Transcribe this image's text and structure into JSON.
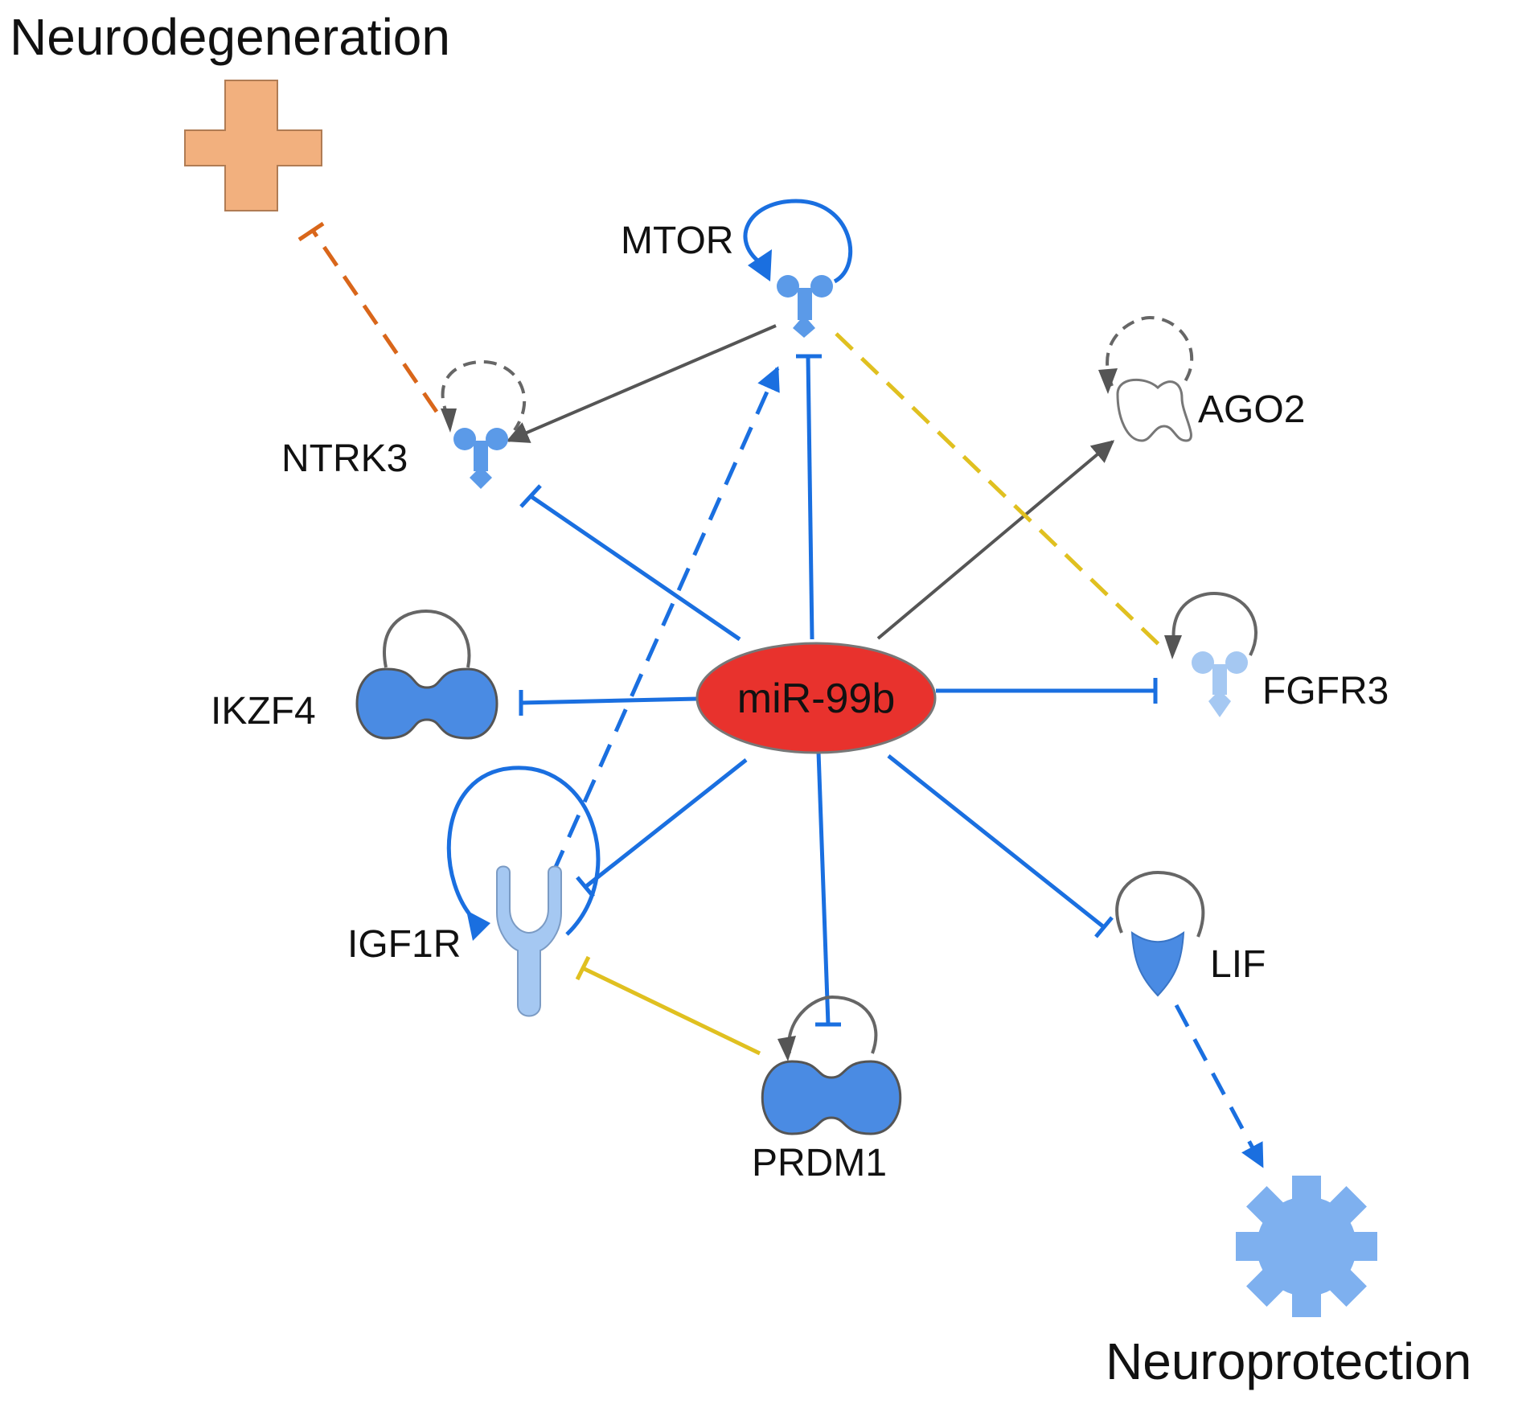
{
  "center": {
    "label": "miR-99b",
    "color": "#e8322d"
  },
  "nodes": {
    "neurodegeneration": {
      "label": "Neurodegeneration",
      "shape": "cross",
      "color": "#f2b07e"
    },
    "mtor": {
      "label": "MTOR",
      "shape": "kinase",
      "color": "#5b9ae8"
    },
    "ntrk3": {
      "label": "NTRK3",
      "shape": "kinase",
      "color": "#5b9ae8"
    },
    "ago2": {
      "label": "AGO2",
      "shape": "translation-regulator",
      "color": "#ffffff"
    },
    "ikzf4": {
      "label": "IKZF4",
      "shape": "transcription-regulator",
      "color": "#4a8be3"
    },
    "fgfr3": {
      "label": "FGFR3",
      "shape": "kinase",
      "color": "#a5c8f2"
    },
    "igf1r": {
      "label": "IGF1R",
      "shape": "transmembrane-receptor",
      "color": "#a5c8f2"
    },
    "lif": {
      "label": "LIF",
      "shape": "cytokine",
      "color": "#4a8be3"
    },
    "prdm1": {
      "label": "PRDM1",
      "shape": "transcription-regulator",
      "color": "#4a8be3"
    },
    "neuroprotection": {
      "label": "Neuroprotection",
      "shape": "gear",
      "color": "#7eb0ef"
    }
  },
  "edge_colors": {
    "blue": "#1a6fe0",
    "gray": "#555555",
    "yellow": "#e0c020",
    "orange": "#d9661a"
  },
  "edges": [
    {
      "from": "mir99b",
      "to": "ntrk3",
      "type": "inhibits",
      "style": "solid",
      "color": "blue"
    },
    {
      "from": "mir99b",
      "to": "mtor",
      "type": "inhibits",
      "style": "solid",
      "color": "blue"
    },
    {
      "from": "mir99b",
      "to": "ikzf4",
      "type": "inhibits",
      "style": "solid",
      "color": "blue"
    },
    {
      "from": "mir99b",
      "to": "fgfr3",
      "type": "inhibits",
      "style": "solid",
      "color": "blue"
    },
    {
      "from": "mir99b",
      "to": "igf1r",
      "type": "inhibits",
      "style": "solid",
      "color": "blue"
    },
    {
      "from": "mir99b",
      "to": "prdm1",
      "type": "inhibits",
      "style": "solid",
      "color": "blue"
    },
    {
      "from": "mir99b",
      "to": "lif",
      "type": "inhibits",
      "style": "solid",
      "color": "blue"
    },
    {
      "from": "mir99b",
      "to": "ago2",
      "type": "activates",
      "style": "solid",
      "color": "gray"
    },
    {
      "from": "mtor",
      "to": "ntrk3",
      "type": "activates",
      "style": "solid",
      "color": "gray"
    },
    {
      "from": "mtor",
      "to": "fgfr3",
      "type": "activates",
      "style": "dashed",
      "color": "yellow"
    },
    {
      "from": "igf1r",
      "to": "mtor",
      "type": "activates",
      "style": "dashed",
      "color": "blue"
    },
    {
      "from": "prdm1",
      "to": "igf1r",
      "type": "inhibits",
      "style": "solid",
      "color": "yellow"
    },
    {
      "from": "ntrk3",
      "to": "neurodegeneration",
      "type": "inhibits",
      "style": "dashed",
      "color": "orange"
    },
    {
      "from": "lif",
      "to": "neuroprotection",
      "type": "activates",
      "style": "dashed",
      "color": "blue"
    }
  ]
}
